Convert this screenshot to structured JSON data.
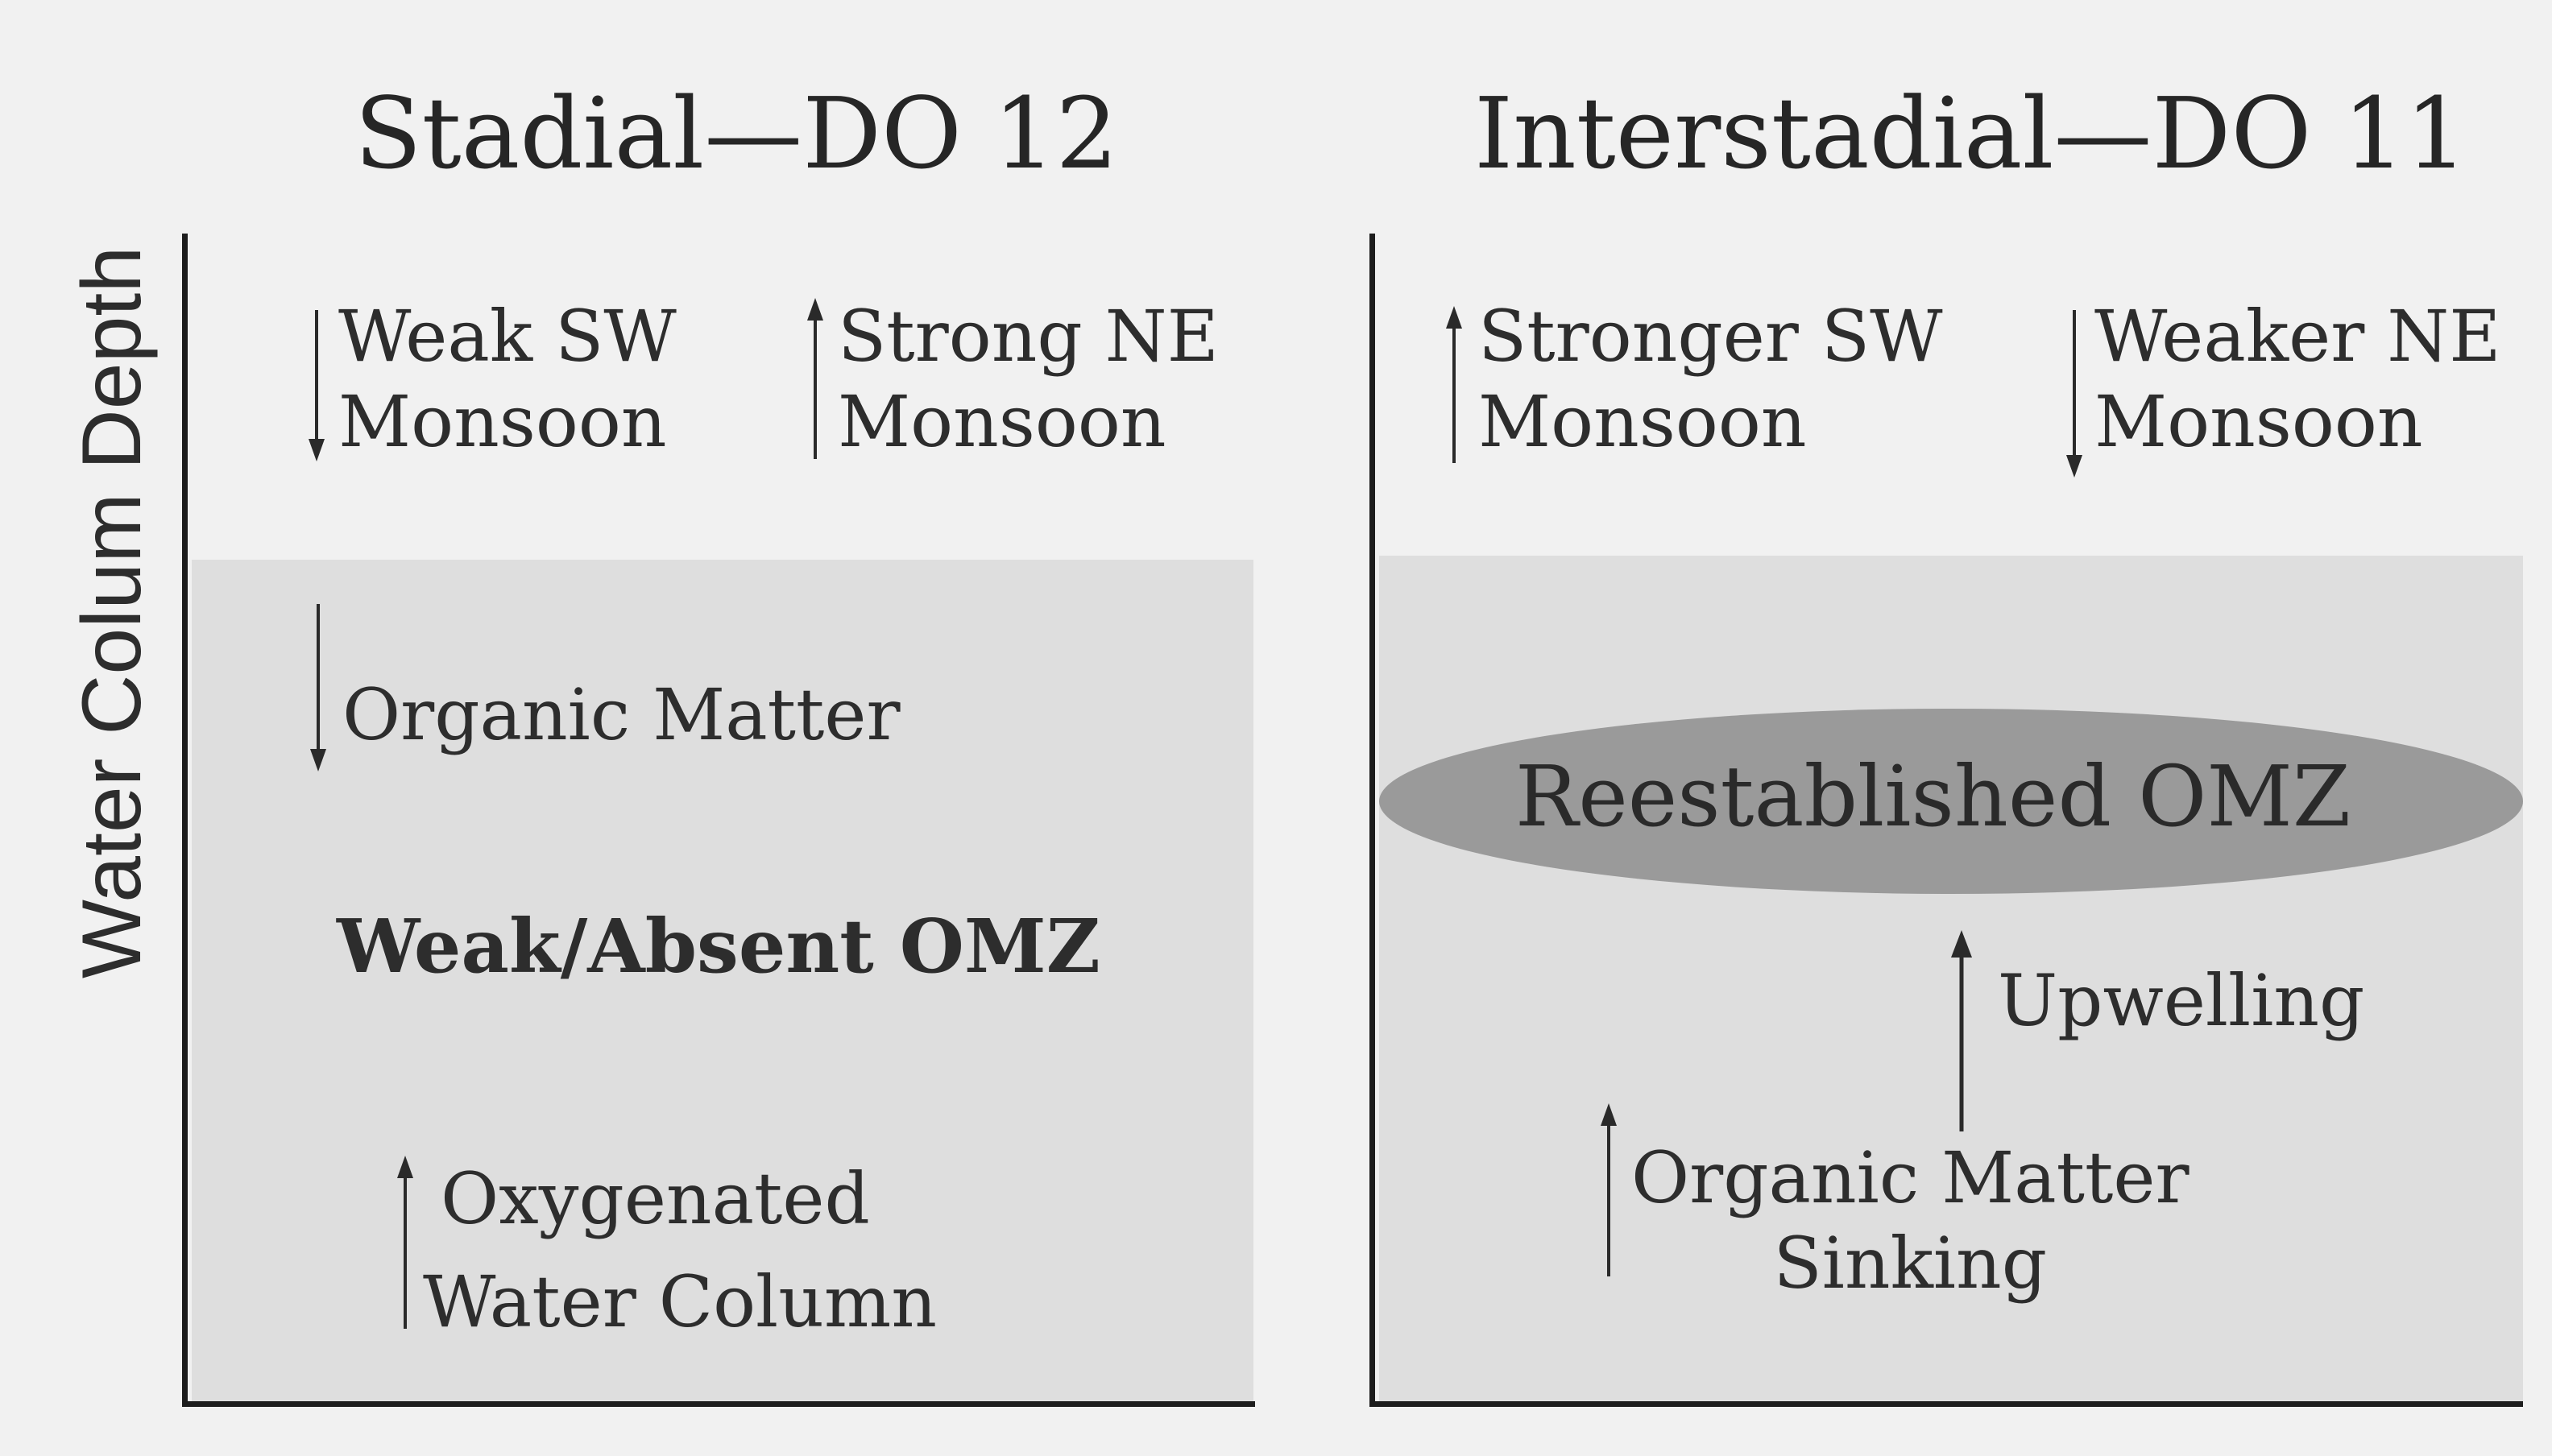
{
  "axis": {
    "ylabel": "Water Colum Depth"
  },
  "panels": [
    {
      "title": "Stadial—DO 12",
      "monsoon_sw": {
        "line1": "Weak SW",
        "line2": "Monsoon",
        "direction": "down"
      },
      "monsoon_ne": {
        "line1": "Strong NE",
        "line2": "Monsoon",
        "direction": "up"
      },
      "organic_matter": {
        "text": "Organic Matter",
        "direction": "down"
      },
      "omz": {
        "text": "Weak/Absent OMZ"
      },
      "oxygen": {
        "line1": "Oxygenated",
        "line2": "Water Column",
        "direction": "up"
      }
    },
    {
      "title": "Interstadial—DO 11",
      "monsoon_sw": {
        "line1": "Stronger SW",
        "line2": "Monsoon",
        "direction": "up"
      },
      "monsoon_ne": {
        "line1": "Weaker NE",
        "line2": "Monsoon",
        "direction": "down"
      },
      "omz": {
        "text": "Reestablished OMZ"
      },
      "upwelling": {
        "text": "Upwelling",
        "direction": "up"
      },
      "organic_sinking": {
        "line1": "Organic Matter",
        "line2": "Sinking",
        "direction": "up"
      }
    }
  ],
  "colors": {
    "background": "#f1f1f1",
    "water_column": "#dedede",
    "omz_layer": "#9a9a9a",
    "axis_line": "#1d1d1d"
  }
}
